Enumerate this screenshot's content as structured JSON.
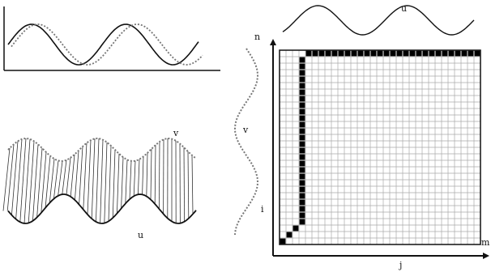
{
  "labels": {
    "u_top": "u",
    "u_bottom": "u",
    "v_warp": "v",
    "v_side": "v",
    "n": "n",
    "i": "i",
    "j": "j",
    "m": "m"
  }
}
